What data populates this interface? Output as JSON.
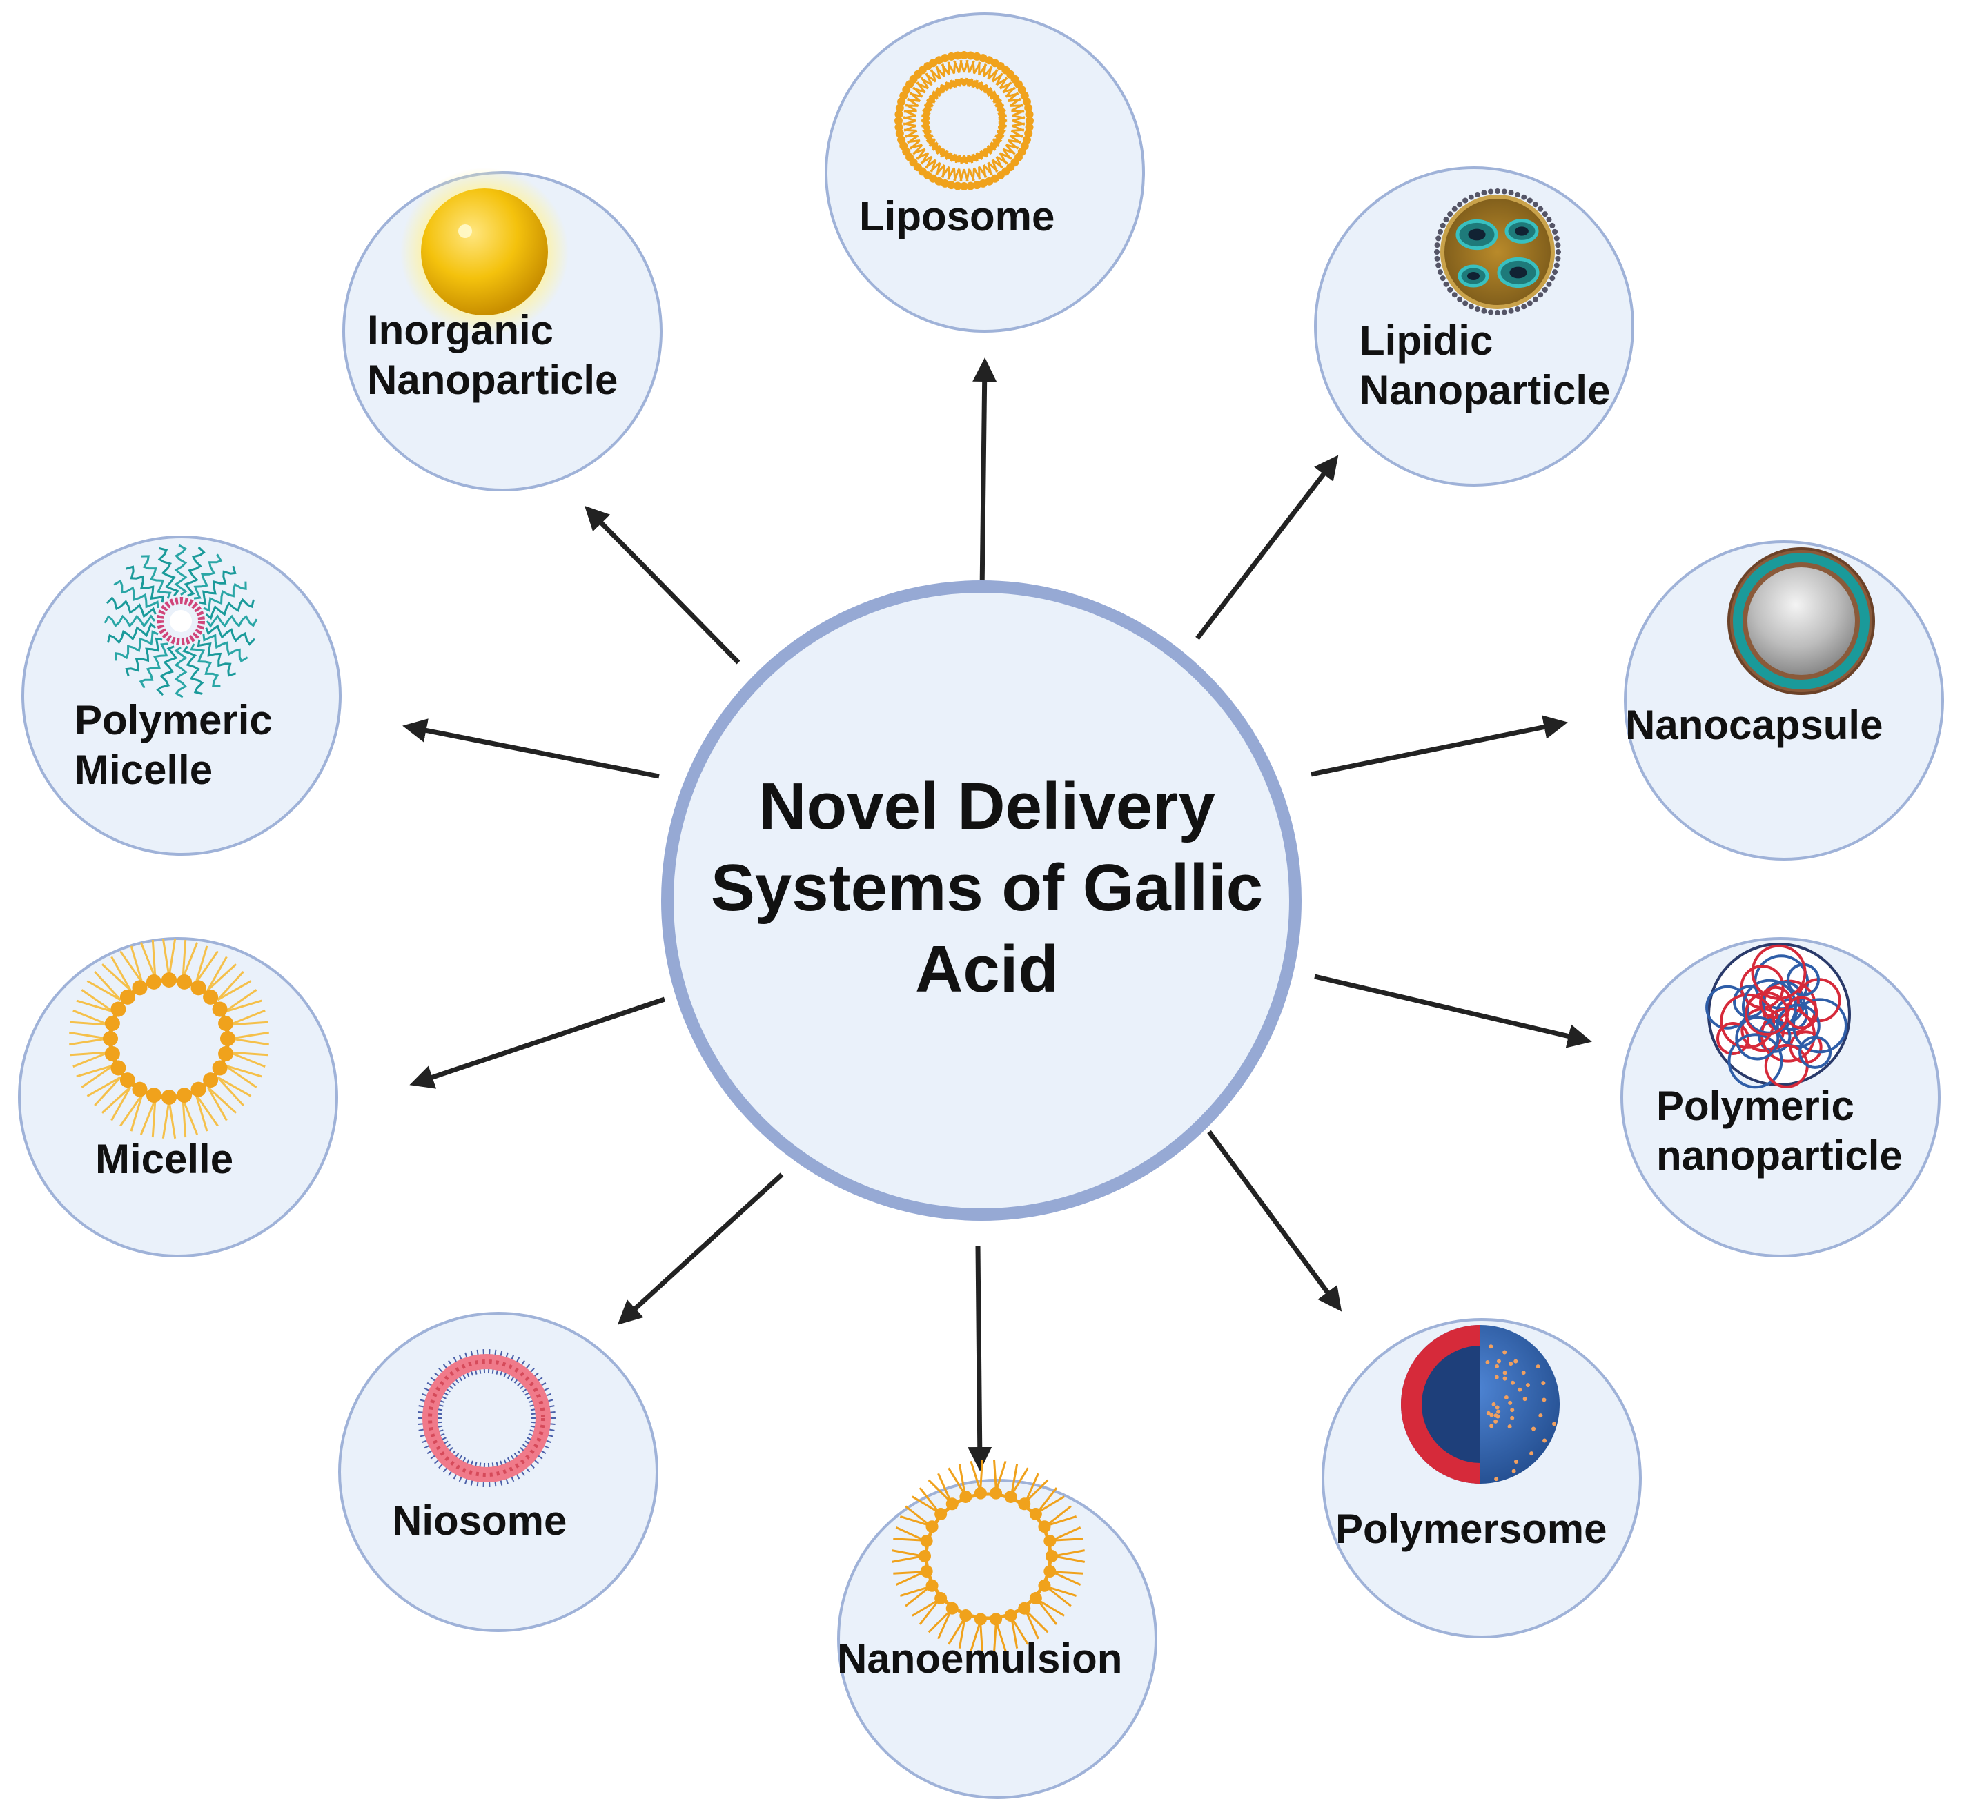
{
  "colors": {
    "node_fill": "#eaf1fa",
    "node_stroke": "#9fb2d8",
    "center_stroke": "#96a9d4",
    "arrow": "#222222",
    "orange": "#f0a21c",
    "gold": "#f4c20d",
    "red": "#d62a3a",
    "blue": "#2f5ea8",
    "teal": "#1a9a9a",
    "pink": "#d0457a"
  },
  "center": {
    "lines": [
      "Novel Delivery",
      "Systems of Gallic",
      "Acid"
    ]
  },
  "nodes": [
    {
      "id": "liposome",
      "icon": "liposome-icon",
      "lines": [
        "Liposome"
      ]
    },
    {
      "id": "lipidic-nanoparticle",
      "icon": "lipidic-nanoparticle-icon",
      "lines": [
        "Lipidic",
        "Nanoparticle"
      ]
    },
    {
      "id": "nanocapsule",
      "icon": "nanocapsule-icon",
      "lines": [
        "Nanocapsule"
      ]
    },
    {
      "id": "polymeric-nanoparticle",
      "icon": "polymeric-nanoparticle-icon",
      "lines": [
        "Polymeric",
        "nanoparticle"
      ]
    },
    {
      "id": "polymersome",
      "icon": "polymersome-icon",
      "lines": [
        "Polymersome"
      ]
    },
    {
      "id": "nanoemulsion",
      "icon": "nanoemulsion-icon",
      "lines": [
        "Nanoemulsion"
      ]
    },
    {
      "id": "niosome",
      "icon": "niosome-icon",
      "lines": [
        "Niosome"
      ]
    },
    {
      "id": "micelle",
      "icon": "micelle-icon",
      "lines": [
        "Micelle"
      ]
    },
    {
      "id": "polymeric-micelle",
      "icon": "polymeric-micelle-icon",
      "lines": [
        "Polymeric",
        "Micelle"
      ]
    },
    {
      "id": "inorganic-nanoparticle",
      "icon": "inorganic-nanoparticle-icon",
      "lines": [
        "Inorganic",
        "Nanoparticle"
      ]
    }
  ]
}
